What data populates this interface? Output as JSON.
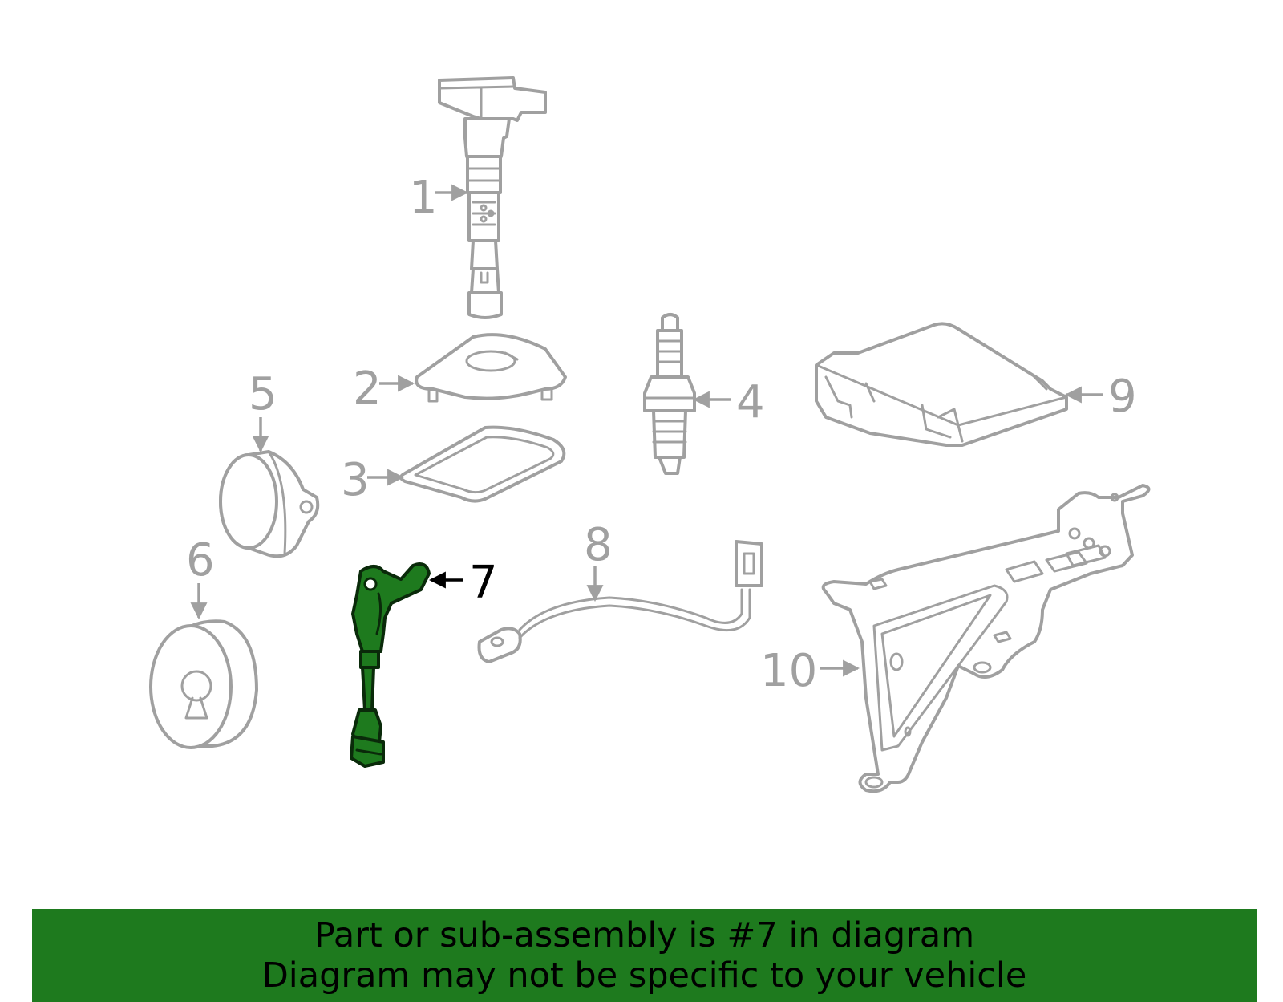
{
  "diagram": {
    "callouts": [
      "1",
      "2",
      "3",
      "4",
      "5",
      "6",
      "7",
      "8",
      "9",
      "10"
    ],
    "highlighted_callout": "7",
    "colors": {
      "part_outline": "#a0a0a0",
      "highlight_fill": "#1e7a1e",
      "highlight_stroke": "#0a2a0a",
      "banner_background": "#1e7a1e"
    }
  },
  "banner": {
    "line1": "Part or sub-assembly is #7 in diagram",
    "line2": "Diagram may not be specific to your vehicle"
  }
}
